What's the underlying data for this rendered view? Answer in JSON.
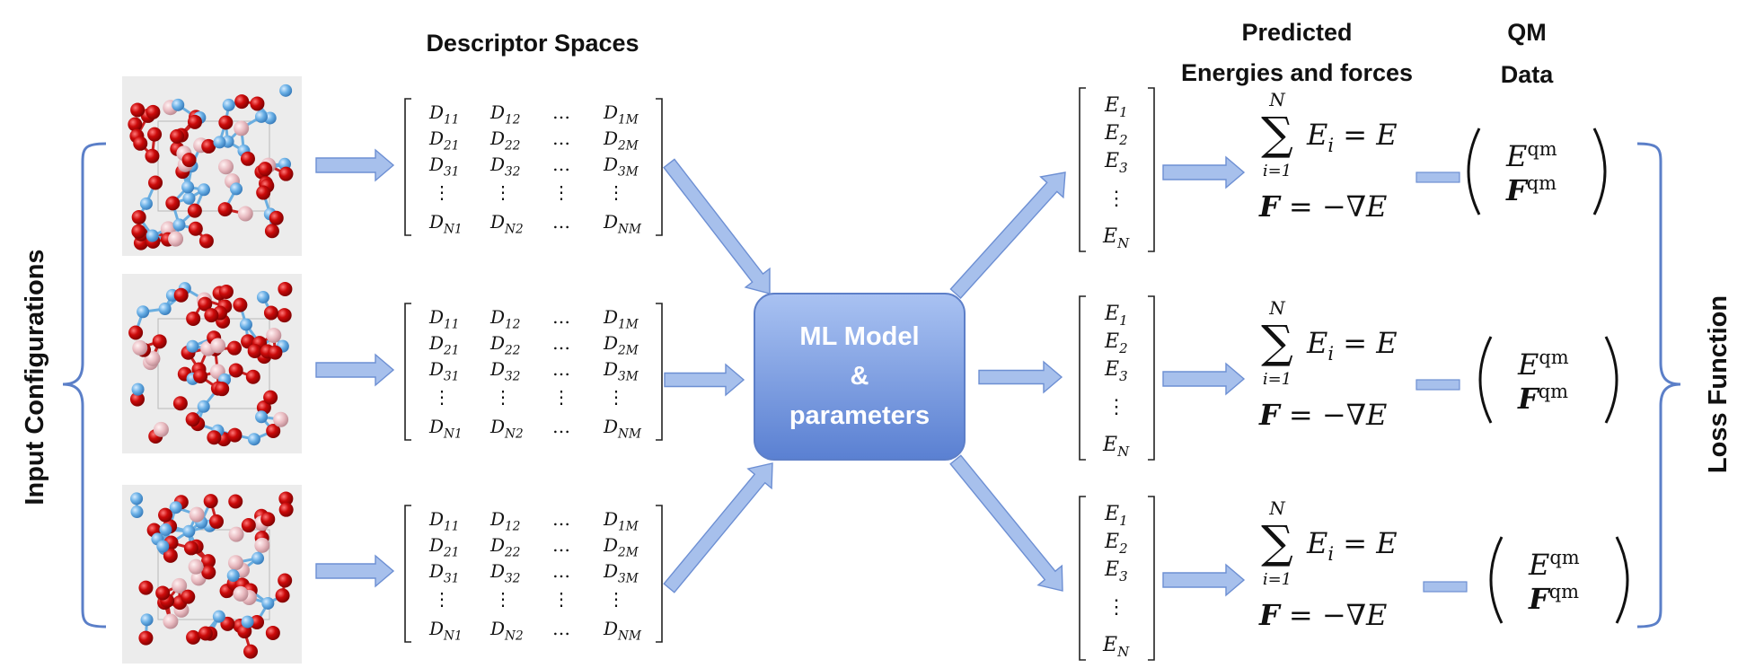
{
  "headers": {
    "descriptor": "Descriptor Spaces",
    "predicted_line1": "Predicted",
    "predicted_line2": "Energies and forces",
    "qm_line1": "QM",
    "qm_line2": "Data",
    "input": "Input Configurations",
    "loss": "Loss Function"
  },
  "model_box": {
    "line1": "ML Model",
    "line2": "&",
    "line3": "parameters"
  },
  "matrix": {
    "rows": [
      [
        "D",
        "11",
        "D",
        "12",
        "…",
        "D",
        "1M"
      ],
      [
        "D",
        "21",
        "D",
        "22",
        "…",
        "D",
        "2M"
      ],
      [
        "D",
        "31",
        "D",
        "32",
        "…",
        "D",
        "3M"
      ],
      [
        "⋮",
        "",
        "⋮",
        "",
        "⋮",
        "⋮",
        ""
      ],
      [
        "D",
        "N1",
        "D",
        "N2",
        "…",
        "D",
        "NM"
      ]
    ]
  },
  "energy_vector": {
    "e1": "E",
    "s1": "1",
    "e2": "E",
    "s2": "2",
    "e3": "E",
    "s3": "3",
    "dots": "⋮",
    "en": "E",
    "sn": "N"
  },
  "equations": {
    "sum_top": "N",
    "sum_sym": "∑",
    "sum_bottom": "i=1",
    "sum_rhs_e": "E",
    "sum_rhs_i": "i",
    "sum_rhs_eq": " = E",
    "force_f": "F",
    "force_eq": " = −∇E"
  },
  "qm_vector": {
    "e": "E",
    "e_sup": "qm",
    "f": "F",
    "f_sup": "qm"
  },
  "colors": {
    "arrow_fill": "#a7c0ec",
    "arrow_stroke": "#6d8fd3",
    "box_top": "#a9c2f2",
    "box_bottom": "#5a80d2",
    "bracket": "#5b7fc8",
    "atom_red": "#cc0a0a",
    "atom_blue": "#6ab0e6",
    "atom_pink": "#e8b9bf"
  },
  "icons": {
    "structure": "crystal-structure-icon",
    "arrow": "right-arrow-icon"
  }
}
